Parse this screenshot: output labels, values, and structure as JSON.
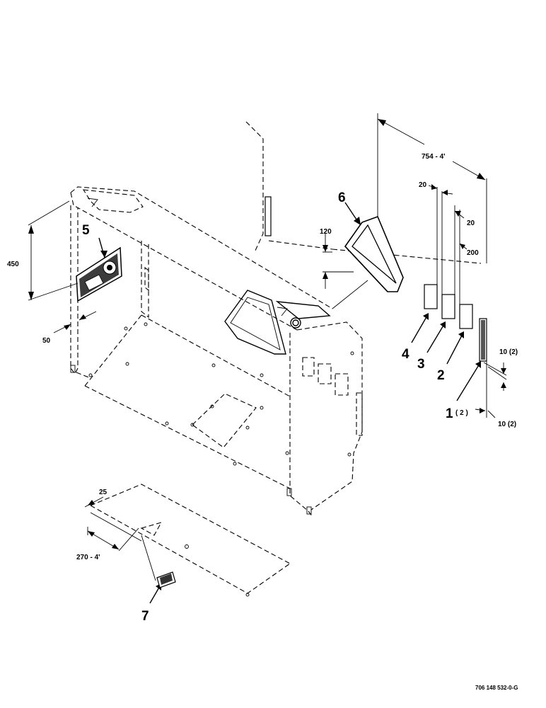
{
  "callouts": {
    "c1": "1",
    "c1_qty": "( 2 )",
    "c2": "2",
    "c3": "3",
    "c4": "4",
    "c5": "5",
    "c6": "6",
    "c7": "7"
  },
  "dimensions": {
    "d754": "754 - 4'",
    "d20a": "20",
    "d20b": "20",
    "d200": "200",
    "d120": "120",
    "d450": "450",
    "d50": "50",
    "d10a": "10 (2)",
    "d10b": "10 (2)",
    "d25": "25",
    "d270": "270 - 4'"
  },
  "drawing_code": "706 148 532-0-G"
}
